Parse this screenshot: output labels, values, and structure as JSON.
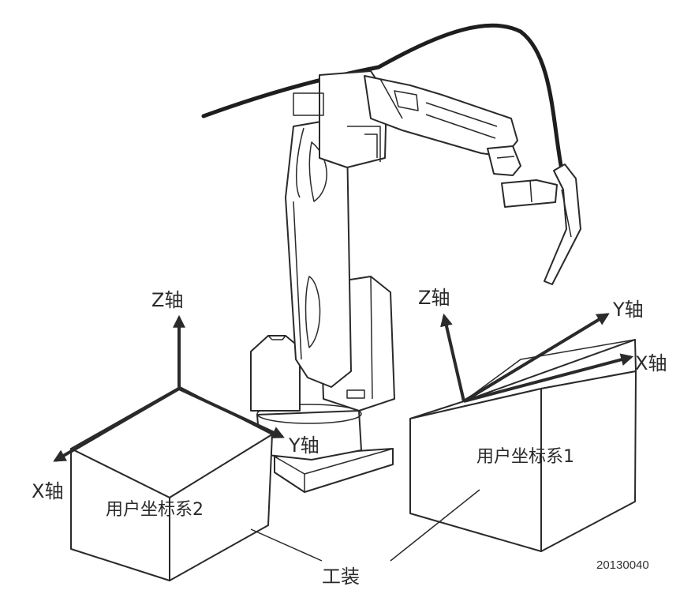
{
  "labels": {
    "z_axis_left": "Z轴",
    "y_axis_left": "Y轴",
    "x_axis_left": "X轴",
    "frame_left": "用户坐标系2",
    "z_axis_right": "Z轴",
    "y_axis_right": "Y轴",
    "x_axis_right": "X轴",
    "frame_right": "用户坐标系1",
    "fixture": "工装",
    "figure_id": "20130040"
  },
  "colors": {
    "line": "#2a2a2a",
    "background": "#ffffff"
  }
}
